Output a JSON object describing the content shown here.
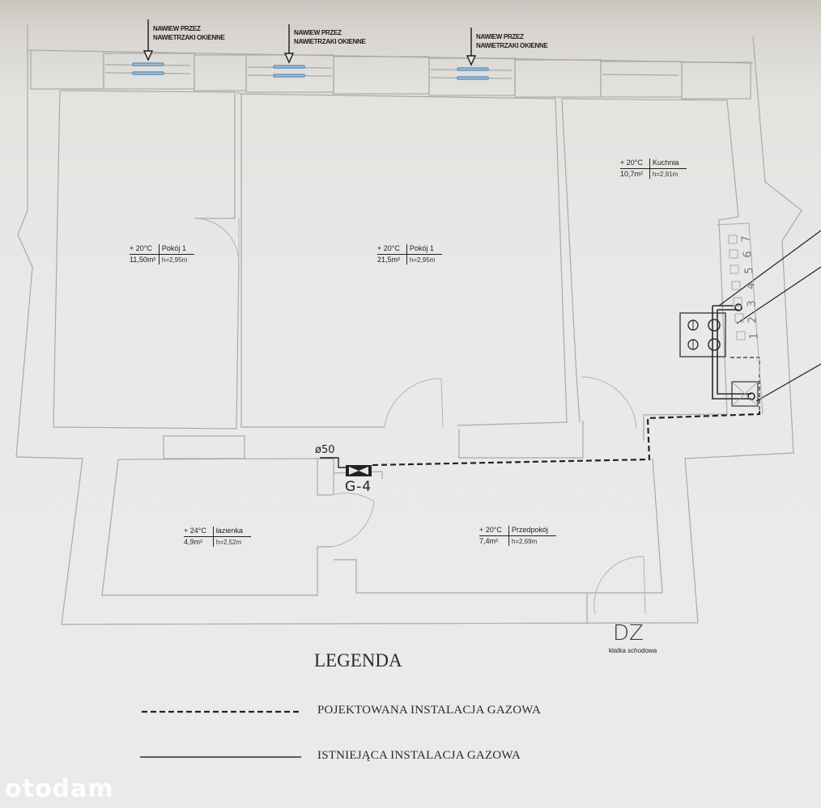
{
  "plan": {
    "ventilation_notes": [
      {
        "line1": "NAWIEW PRZEZ",
        "line2": "NAWIETRZAKI OKIENNE"
      },
      {
        "line1": "NAWIEW PRZEZ",
        "line2": "NAWIETRZAKI OKIENNE"
      },
      {
        "line1": "NAWIEW PRZEZ",
        "line2": "NAWIETRZAKI OKIENNE"
      }
    ],
    "rooms": [
      {
        "temp": "+ 20°C",
        "area": "11,50m²",
        "name": "Pokój 1",
        "height": "h=2,95m"
      },
      {
        "temp": "+ 20°C",
        "area": "21,5m²",
        "name": "Pokój 1",
        "height": "h=2,95m"
      },
      {
        "temp": "+ 20°C",
        "area": "10,7m²",
        "name": "Kuchnia",
        "height": "h=2,91m"
      },
      {
        "temp": "+ 24°C",
        "area": "4,9m²",
        "name": "łazienka",
        "height": "h=2,52m"
      },
      {
        "temp": "+ 20°C",
        "area": "7,4m²",
        "name": "Przedpokój",
        "height": "h=2,69m"
      }
    ],
    "gas_meter": {
      "pipe_diameter": "ø50",
      "tag": "G-4"
    },
    "stack_numbers": [
      "1",
      "2",
      "3",
      "4",
      "5",
      "6",
      "7"
    ],
    "staircase": {
      "code": "DZ",
      "name": "klatka schodowa"
    }
  },
  "legend": {
    "title": "LEGENDA",
    "items": [
      {
        "style": "dashed",
        "label": "POJEKTOWANA INSTALACJA GAZOWA"
      },
      {
        "style": "solid",
        "label": "ISTNIEJĄCA INSTALACJA GAZOWA"
      }
    ]
  },
  "watermark": "otodam",
  "colors": {
    "paper": "#e9e9e8",
    "wall_line": "#a9a9a9",
    "gas_line": "#222222",
    "vent_blue": "#4f86b3"
  }
}
